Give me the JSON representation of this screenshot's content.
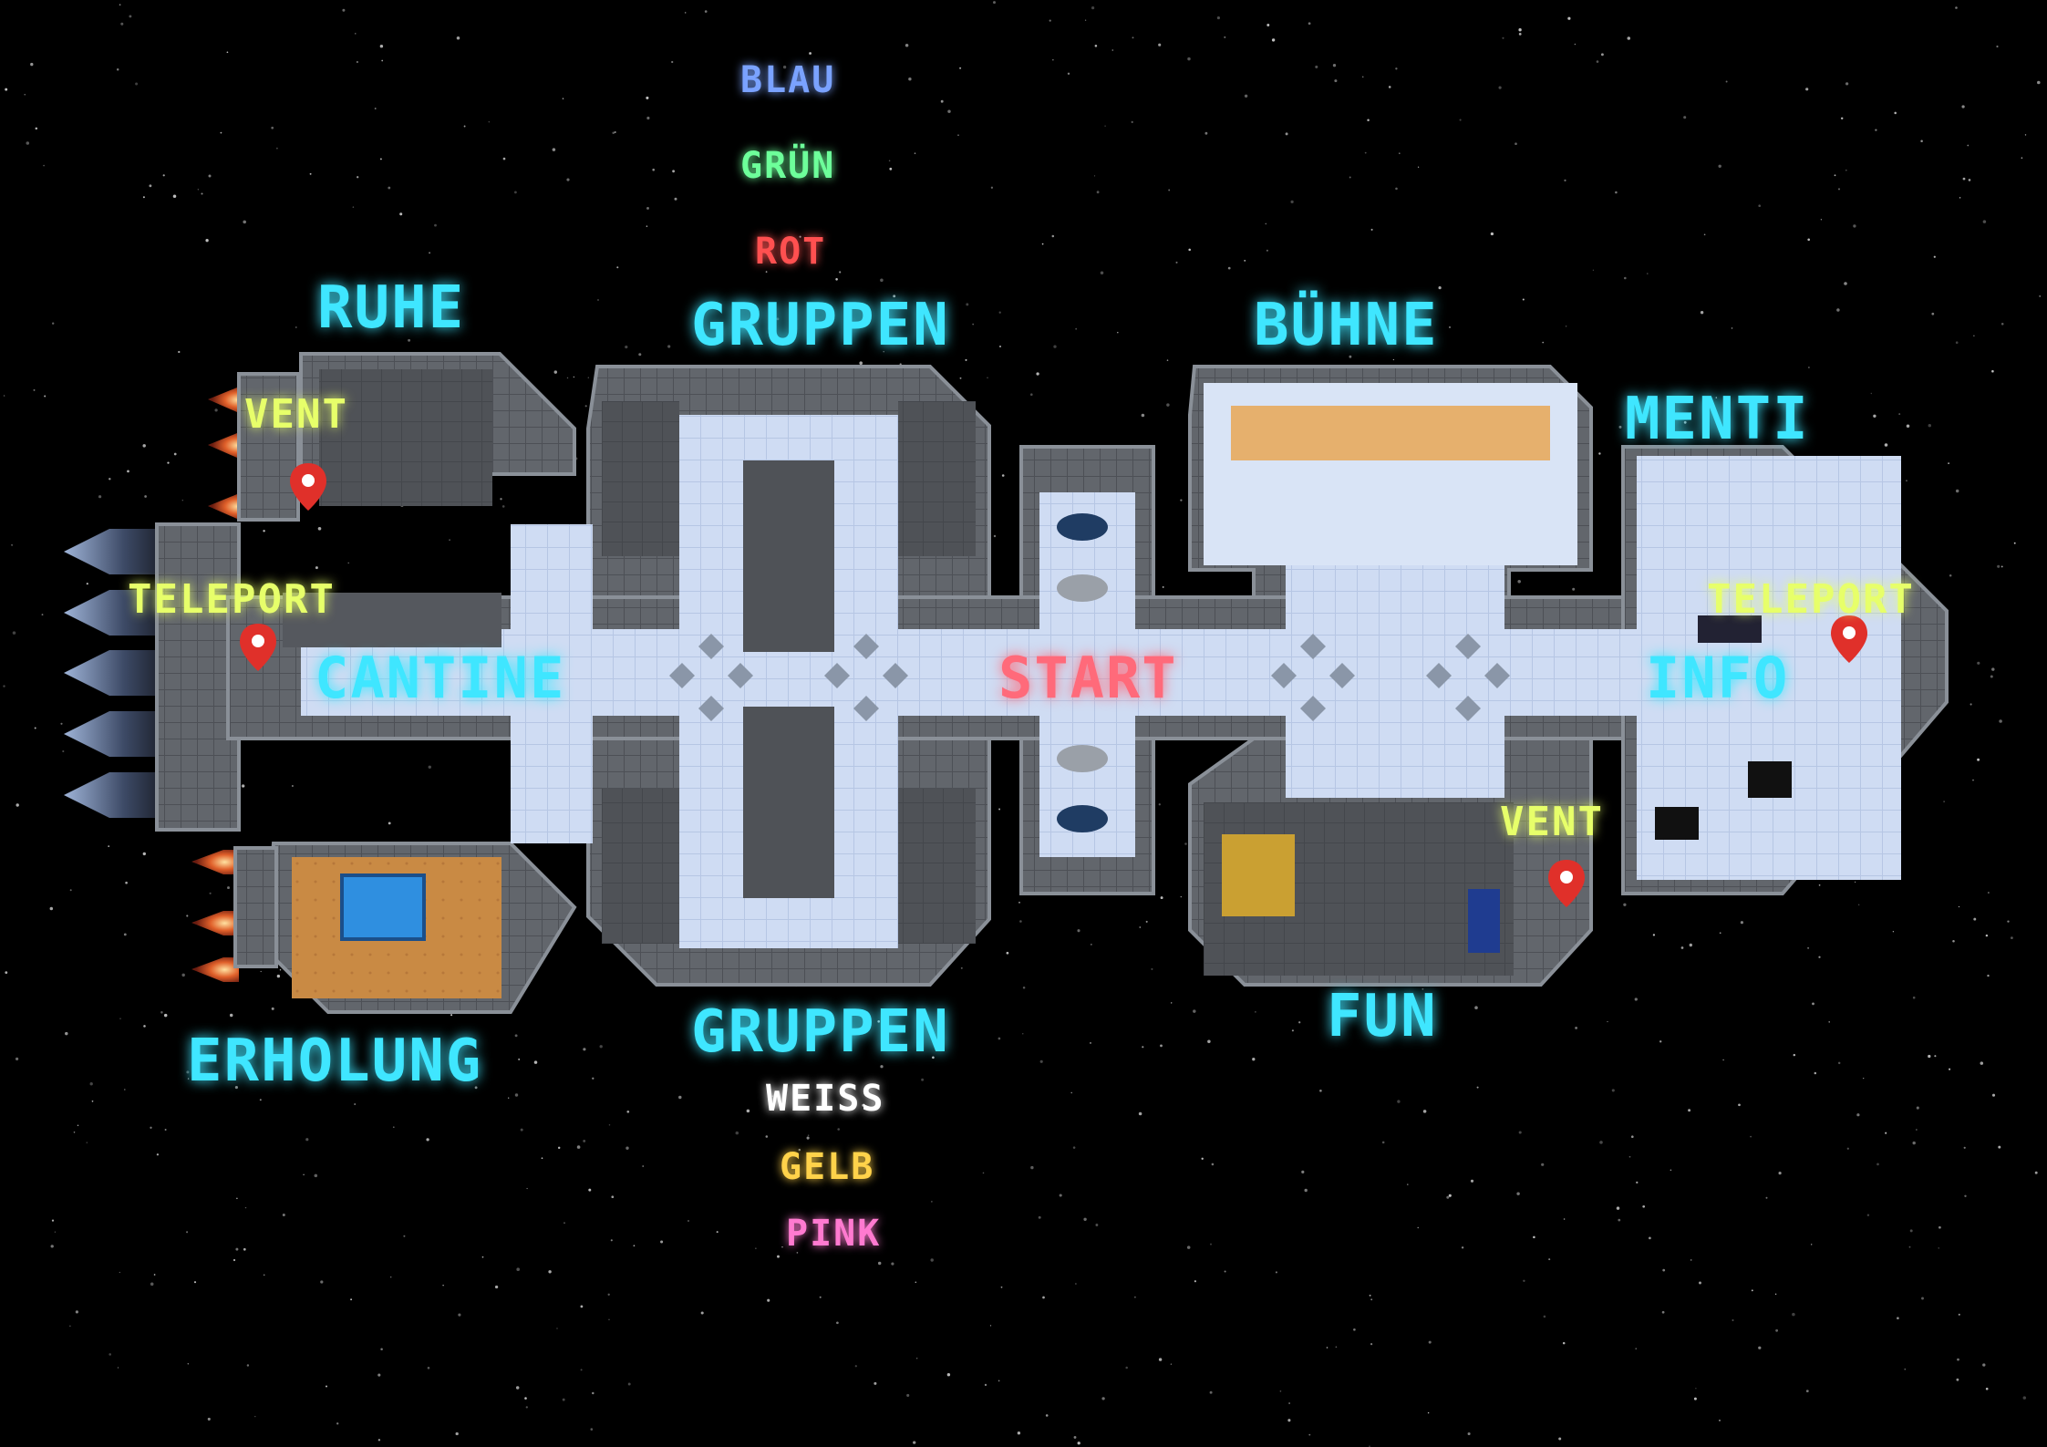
{
  "colors": {
    "space": "#000000",
    "hull": "#5a5e64",
    "hull_dark": "#3a3d42",
    "wall": "#9aa0a8",
    "floor": "#cfdcf3",
    "floor_grid": "#b8c8e6",
    "room_floor": "#4f5257",
    "cyan": "#3fe6ff",
    "yellow": "#e7ff6a",
    "start": "#ff6a7a",
    "blue": "#7aa2ff",
    "green": "#6dff9a",
    "red": "#ff5050",
    "white": "#ffffff",
    "gold": "#ffd24a",
    "pink": "#ff7ad0",
    "marker": "#e0302a",
    "sand": "#c98a44",
    "pool": "#2f8fe0",
    "dome": "#1f3c63"
  },
  "labels": {
    "ruhe": "RUHE",
    "gruppen_top": "GRUPPEN",
    "buehne": "BÜHNE",
    "menti": "MENTI",
    "vent_left": "VENT",
    "teleport_left": "TELEPORT",
    "cantine": "CANTINE",
    "start": "START",
    "info": "INFO",
    "teleport_right": "TELEPORT",
    "vent_right": "VENT",
    "erholung": "ERHOLUNG",
    "gruppen_bottom": "GRUPPEN",
    "fun": "FUN"
  },
  "team_colors": {
    "blau": "BLAU",
    "gruen": "GRÜN",
    "rot": "ROT",
    "weiss": "WEISS",
    "gelb": "GELB",
    "pink": "PINK"
  },
  "markers": [
    {
      "name": "vent-left-marker"
    },
    {
      "name": "teleport-left-marker"
    },
    {
      "name": "teleport-right-marker"
    },
    {
      "name": "vent-right-marker"
    }
  ]
}
